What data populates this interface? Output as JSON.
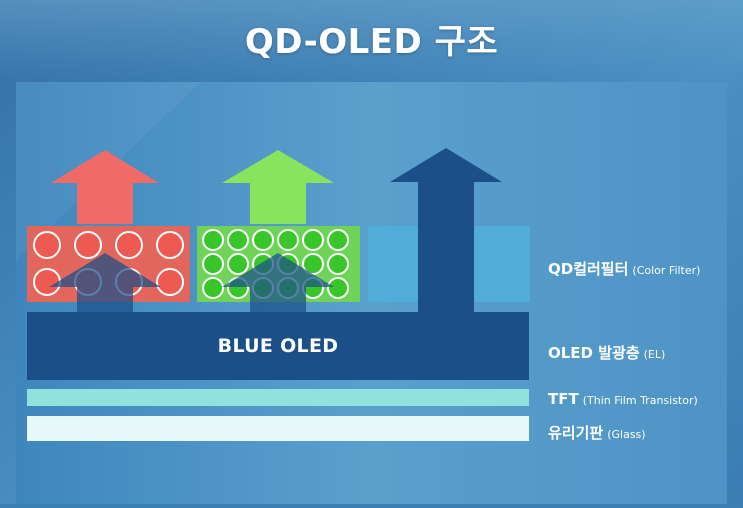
{
  "title": "QD-OLED 구조",
  "layers": {
    "blue_oled": {
      "label": "BLUE OLED"
    }
  },
  "legend": {
    "color_filter": {
      "main": "QD컬러필터",
      "sub": "(Color Filter)"
    },
    "el": {
      "main": "OLED 발광층",
      "sub": "(EL)"
    },
    "tft": {
      "main": "TFT",
      "sub": "(Thin Film Transistor)"
    },
    "glass": {
      "main": "유리기판",
      "sub": "(Glass)"
    }
  },
  "colors": {
    "background": "#3f7fb2",
    "panel": "#4f93c4",
    "red_filter": "#e2665c",
    "red_dot": "#ee5a52",
    "red_arrow": "#f06a66",
    "green_filter": "#6fd35a",
    "green_dot": "#39c62a",
    "green_arrow": "#88e45c",
    "blue_window": "#52acd8",
    "blue_arrow": "#1b4f88",
    "blue_oled": "#1b4f88",
    "tft": "#8fe3dc",
    "glass": "#e8f8fb"
  }
}
